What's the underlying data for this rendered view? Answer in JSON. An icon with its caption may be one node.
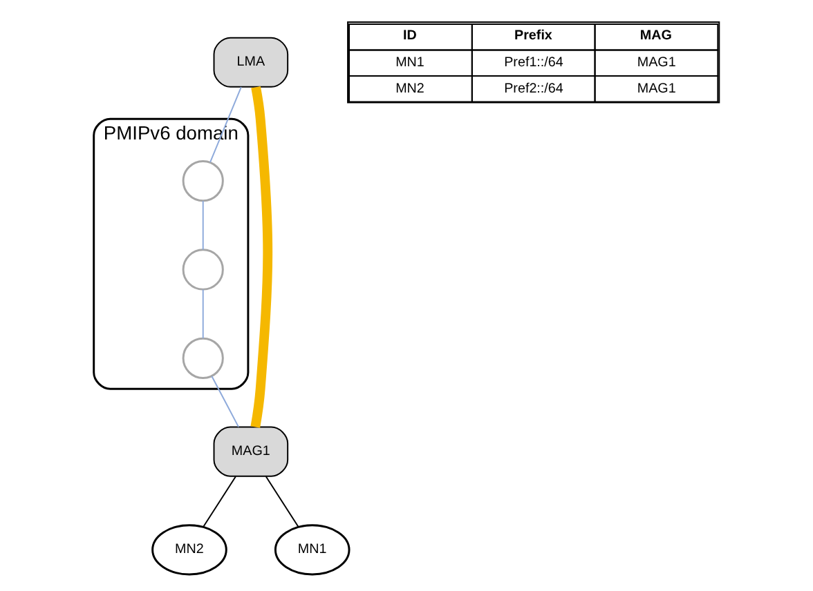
{
  "diagram": {
    "nodes": [
      {
        "text": [
          "LMA"
        ]
      },
      {
        "text": [
          "PMIPv6 domain"
        ]
      },
      {
        "text": [],
        "shape": "circle",
        "in": 1
      },
      {
        "text": [],
        "shape": "circle",
        "in": 1
      },
      {
        "text": [],
        "shape": "circle",
        "in": 1
      },
      {
        "text": [
          "MAG1"
        ]
      },
      {
        "text": [
          "MN2"
        ]
      },
      {
        "text": [
          "MN1"
        ]
      }
    ],
    "edges": [
      {
        "from": 0,
        "to": 2,
        "arrow": "none"
      },
      {
        "from": 2,
        "to": 3,
        "arrow": "none"
      },
      {
        "from": 3,
        "to": 4,
        "arrow": "none"
      },
      {
        "from": 4,
        "to": 5,
        "arrow": "none"
      },
      {
        "from": 0,
        "to": 5,
        "arrow": "none",
        "style": "thick",
        "color": "#f5b800"
      },
      {
        "from": 5,
        "to": 6,
        "arrow": "none",
        "color": "#000000"
      },
      {
        "from": 5,
        "to": 7,
        "arrow": "none",
        "color": "#000000"
      }
    ],
    "labels": [
      "ID",
      "Prefix",
      "MAG",
      "MN1",
      "Pref1::/64",
      "MAG1",
      "MN2",
      "Pref2::/64",
      "MAG1"
    ]
  }
}
